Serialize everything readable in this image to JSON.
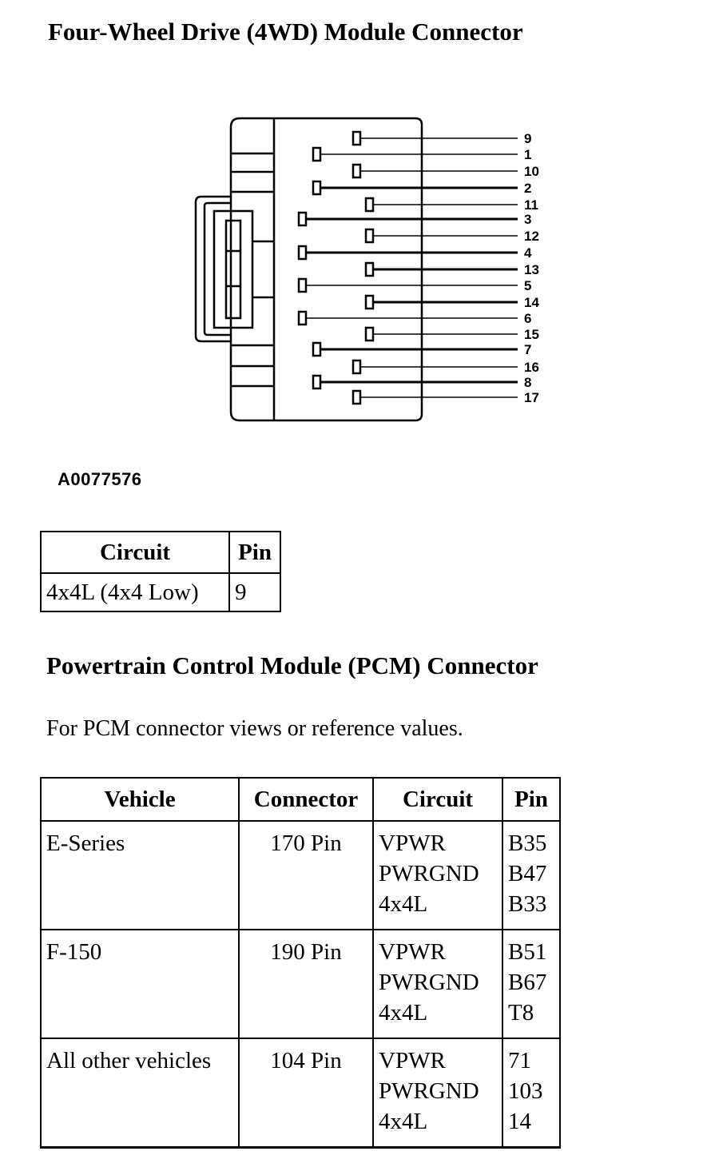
{
  "title": "Four-Wheel Drive (4WD) Module Connector",
  "figure": {
    "id_label": "A0077576",
    "pin_labels": [
      "9",
      "1",
      "10",
      "2",
      "11",
      "3",
      "12",
      "4",
      "13",
      "5",
      "14",
      "6",
      "15",
      "7",
      "16",
      "8",
      "17"
    ]
  },
  "circuit_table": {
    "headers": [
      "Circuit",
      "Pin"
    ],
    "rows": [
      {
        "circuit": "4x4L (4x4 Low)",
        "pin": "9"
      }
    ]
  },
  "pcm": {
    "title": "Powertrain Control Module (PCM) Connector",
    "description": "For PCM connector views or reference values.",
    "headers": [
      "Vehicle",
      "Connector",
      "Circuit",
      "Pin"
    ],
    "rows": [
      {
        "vehicle": "E-Series",
        "connector": "170 Pin",
        "circuits": [
          "VPWR",
          "PWRGND",
          "4x4L"
        ],
        "pins": [
          "B35",
          "B47",
          "B33"
        ]
      },
      {
        "vehicle": "F-150",
        "connector": "190 Pin",
        "circuits": [
          "VPWR",
          "PWRGND",
          "4x4L"
        ],
        "pins": [
          "B51",
          "B67",
          "T8"
        ]
      },
      {
        "vehicle": "All other vehicles",
        "connector": "104 Pin",
        "circuits": [
          "VPWR",
          "PWRGND",
          "4x4L"
        ],
        "pins": [
          "71",
          "103",
          "14"
        ]
      }
    ]
  }
}
